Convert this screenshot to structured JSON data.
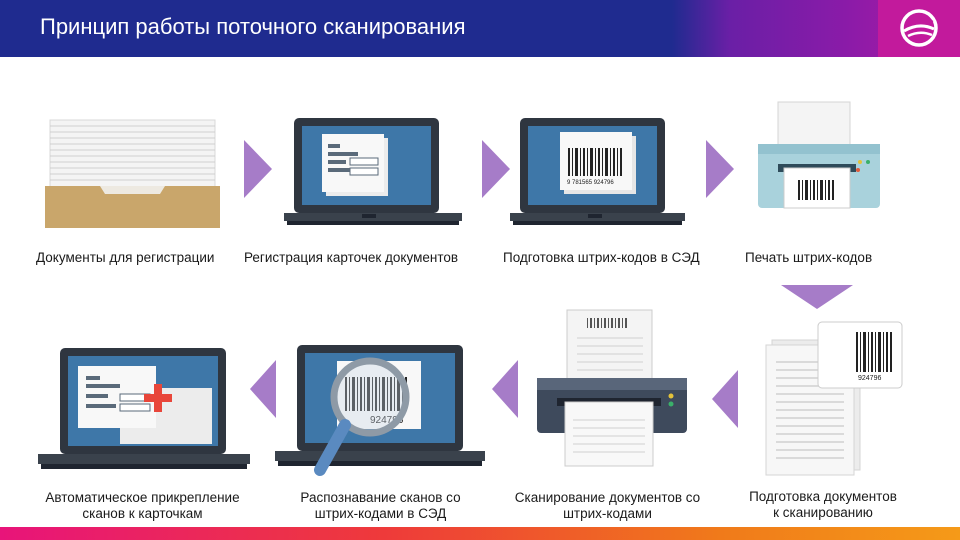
{
  "header": {
    "title": "Принцип работы поточного сканирования"
  },
  "steps": [
    {
      "label": "Документы для регистрации"
    },
    {
      "label": "Регистрация карточек документов"
    },
    {
      "label": "Подготовка штрих-кодов в СЭД"
    },
    {
      "label": "Печать штрих-кодов"
    },
    {
      "label_line1": "Подготовка документов",
      "label_line2": "к сканированию"
    },
    {
      "label_line1": "Сканирование документов со",
      "label_line2": "штрих-кодами"
    },
    {
      "label_line1": "Распознавание сканов со",
      "label_line2": "штрих-кодами в СЭД"
    },
    {
      "label_line1": "Автоматическое прикрепление",
      "label_line2": "сканов к карточкам"
    }
  ],
  "barcodes": {
    "screen_digits": "9 781565 924796",
    "doc_digits": "924796",
    "scan_digits": "924796"
  },
  "colors": {
    "arrow": "#a67cc8",
    "screen": "#3e77a8",
    "laptop": "#2f3640"
  }
}
